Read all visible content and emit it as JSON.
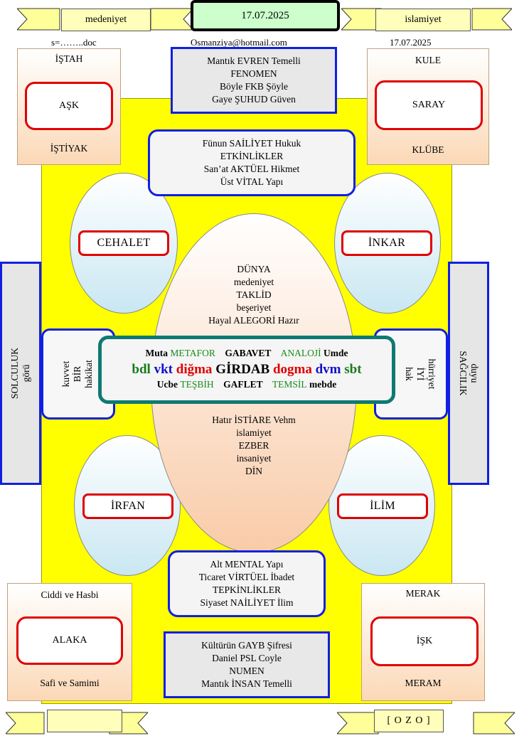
{
  "header": {
    "date_main": "17.07.2025",
    "left_ribbon": "medeniyet",
    "right_ribbon": "islamiyet",
    "file_label": "s=……..doc",
    "email": "Osmanziya@hotmail.com",
    "date_right": "17.07.2025"
  },
  "top_left_panel": {
    "top": "İŞTAH",
    "center": "AŞK",
    "bottom": "İŞTİYAK"
  },
  "top_right_panel": {
    "top": "KULE",
    "center": "SARAY",
    "bottom": "KLÜBE"
  },
  "bottom_left_panel": {
    "top": "Ciddi ve Hasbi",
    "center": "ALAKA",
    "bottom": "Safi ve Samimi"
  },
  "bottom_right_panel": {
    "top": "MERAK",
    "center": "İŞK",
    "bottom": "MERAM"
  },
  "top_box": [
    "Mantık  EVREN Temelli",
    "FENOMEN",
    "Böyle FKB Şöyle",
    "Gaye ŞUHUD Güven"
  ],
  "upper_box": [
    "Fünun SAİLİYET Hukuk",
    "ETKİNLİKLER",
    "San’at AKTÜEL Hikmet",
    "Üst VİTAL Yapı"
  ],
  "lower_box": [
    "Alt MENTAL Yapı",
    "Ticaret  VİRTÜEL İbadet",
    "TEPKİNLİKLER",
    "Siyaset  NAİLİYET  İlim"
  ],
  "bottom_box": [
    "Kültürün GAYB Şifresi",
    "Daniel PSL Coyle",
    "NUMEN",
    "Mantık İNSAN Temelli"
  ],
  "ellipse_labels": {
    "top_left": "CEHALET",
    "top_right": "İNKAR",
    "bottom_left": "İRFAN",
    "bottom_right": "İLİM"
  },
  "center_upper": [
    "DÜNYA",
    "medeniyet",
    "TAKLİD",
    "beşeriyet",
    "Hayal ALEGORİ Hazır"
  ],
  "center_lower": [
    "Hatır İSTİARE Vehm",
    "islamiyet",
    "EZBER",
    "insaniyet",
    "DİN"
  ],
  "middle_box": {
    "row1": {
      "a": "Muta",
      "b": "METAFOR",
      "c": "GABAVET",
      "d": "ANALOJİ",
      "e": "Umde"
    },
    "row2": {
      "a": "bdl",
      "b": "vkt",
      "c": "diğma",
      "d": "GİRDAB",
      "e": "dogma",
      "f": "dvm",
      "g": "sbt"
    },
    "row3": {
      "a": "Ucbe",
      "b": "TEŞBİH",
      "c": "GAFLET",
      "d": "TEMSİL",
      "e": "mebde"
    }
  },
  "left_inner_box": [
    "kuvvet",
    "BİR",
    "hakikat"
  ],
  "right_inner_box": [
    "hürriyet",
    "İYİ",
    "hak"
  ],
  "left_side_bar": [
    "SOLCULUK",
    "görü"
  ],
  "right_side_bar": [
    "duyu",
    "SAĞCILIK"
  ],
  "footer": {
    "right_ribbon": "[ O Z O ]"
  }
}
